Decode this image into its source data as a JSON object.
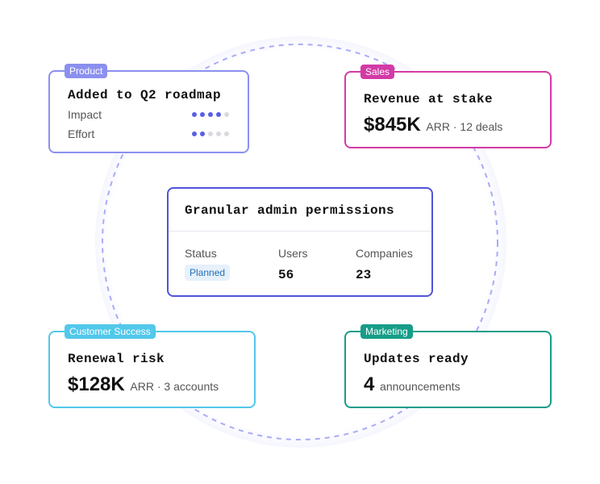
{
  "colors": {
    "product": "#8b90ee",
    "sales": "#d33aa6",
    "customer_success": "#52c8ea",
    "marketing": "#169d88",
    "center": "#5154d9",
    "ring": "#a8acf5"
  },
  "product_card": {
    "tag": "Product",
    "title": "Added to Q2 roadmap",
    "rows": [
      {
        "label": "Impact",
        "filled": 4,
        "total": 5
      },
      {
        "label": "Effort",
        "filled": 2,
        "total": 5
      }
    ]
  },
  "sales_card": {
    "tag": "Sales",
    "title": "Revenue at stake",
    "value": "$845K",
    "detail": "ARR · 12 deals"
  },
  "center_card": {
    "title": "Granular admin permissions",
    "status_label": "Status",
    "status_value": "Planned",
    "users_label": "Users",
    "users_value": "56",
    "companies_label": "Companies",
    "companies_value": "23"
  },
  "cs_card": {
    "tag": "Customer Success",
    "title": "Renewal risk",
    "value": "$128K",
    "detail": "ARR · 3 accounts"
  },
  "marketing_card": {
    "tag": "Marketing",
    "title": "Updates ready",
    "value": "4",
    "detail": "announcements"
  }
}
